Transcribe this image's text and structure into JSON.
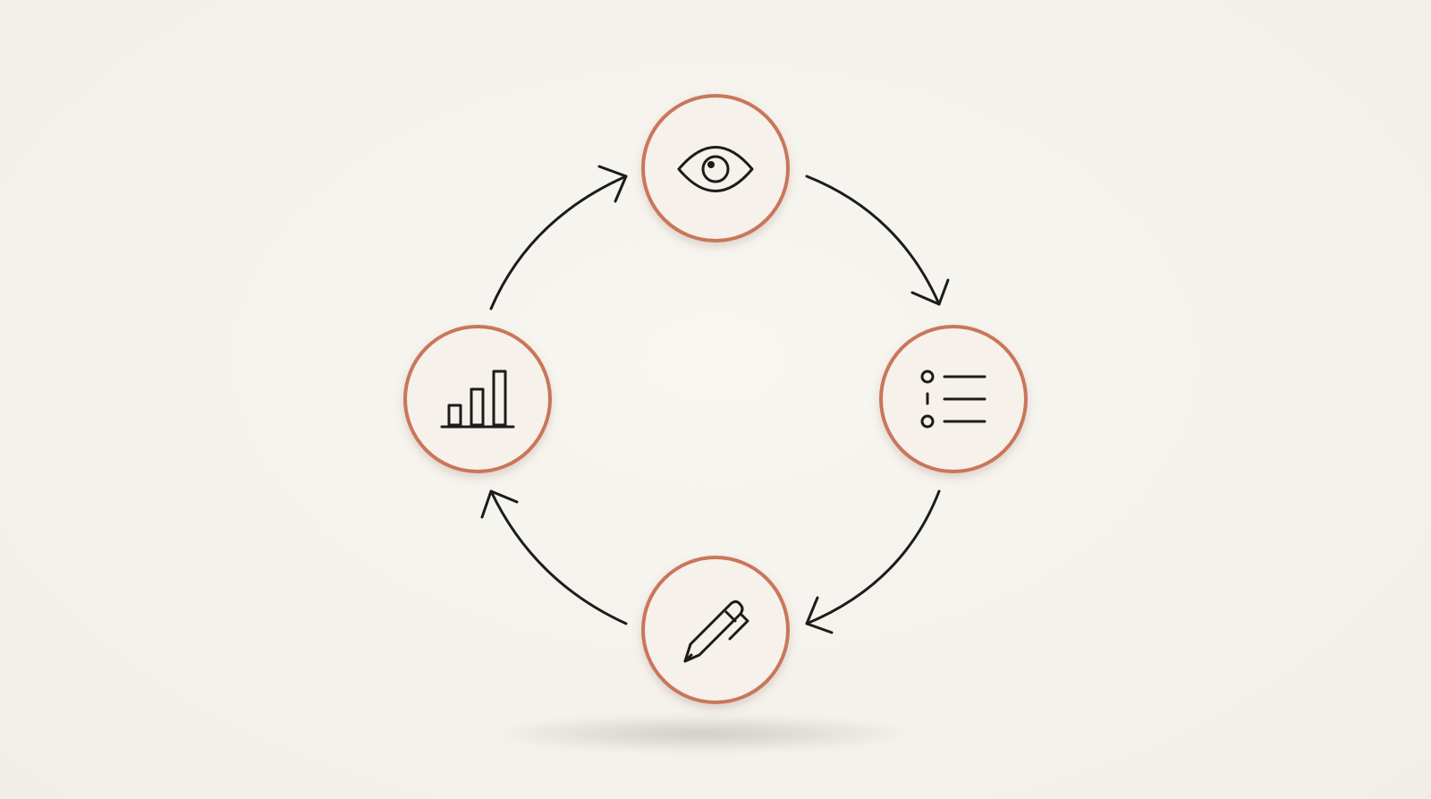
{
  "diagram": {
    "colors": {
      "background": "#f5f2ec",
      "node_fill": "#f6f1ea",
      "node_border": "#c9765a",
      "stroke": "#1c1c1c"
    },
    "nodes": [
      {
        "id": "top",
        "icon": "eye-icon"
      },
      {
        "id": "right",
        "icon": "checklist-icon"
      },
      {
        "id": "bottom",
        "icon": "pen-icon"
      },
      {
        "id": "left",
        "icon": "bar-chart-icon"
      }
    ],
    "flow": [
      "top",
      "right",
      "bottom",
      "left",
      "top"
    ]
  }
}
